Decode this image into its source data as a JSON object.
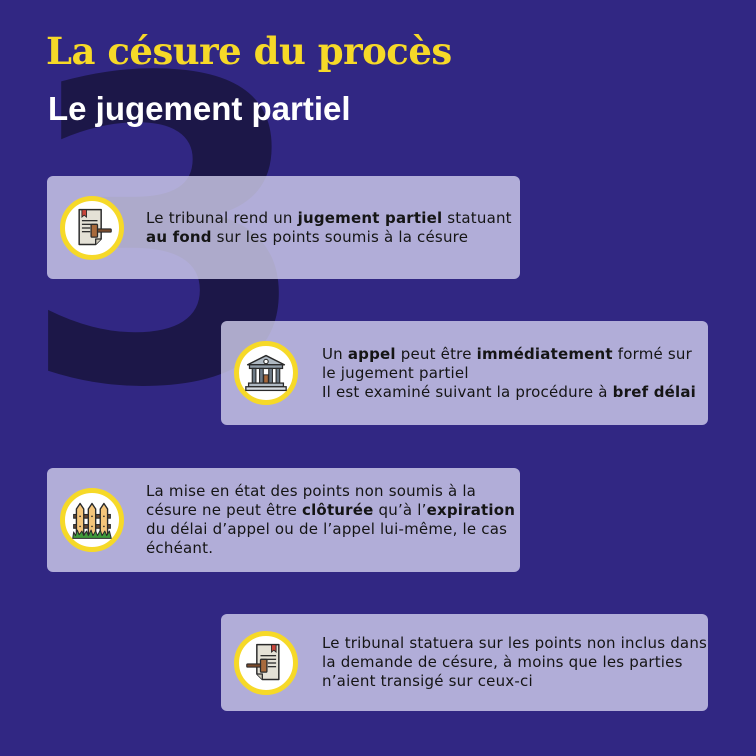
{
  "background_digit": "3",
  "header": {
    "title": "La césure du procès",
    "subtitle": "Le jugement partiel"
  },
  "colors": {
    "background": "#312783",
    "title": "#f6d928",
    "subtitle": "#ffffff",
    "digit": "#1c1748",
    "card": "#b8b5d8",
    "badge_ring": "#f6d928"
  },
  "cards": [
    {
      "icon": "gavel-document-icon",
      "segments": [
        {
          "t": "Le tribunal rend un ",
          "b": false
        },
        {
          "t": "jugement partiel",
          "b": true
        },
        {
          "t": " statuant ",
          "b": false
        },
        {
          "t": "au fond",
          "b": true
        },
        {
          "t": " sur les points soumis à la césure",
          "b": false
        }
      ]
    },
    {
      "icon": "courthouse-icon",
      "segments": [
        {
          "t": "Un ",
          "b": false
        },
        {
          "t": "appel",
          "b": true
        },
        {
          "t": " peut être ",
          "b": false
        },
        {
          "t": "immédiatement",
          "b": true
        },
        {
          "t": " formé sur le jugement partiel",
          "b": false
        },
        {
          "br": true
        },
        {
          "t": "Il est examiné suivant la procédure à ",
          "b": false
        },
        {
          "t": "bref délai",
          "b": true
        }
      ]
    },
    {
      "icon": "fence-icon",
      "segments": [
        {
          "t": "La mise en état des points non soumis à la césure ne peut être ",
          "b": false
        },
        {
          "t": "clôturée",
          "b": true
        },
        {
          "t": " qu’à l’",
          "b": false
        },
        {
          "t": "expiration",
          "b": true
        },
        {
          "t": " du délai d’appel ou de l’appel lui-même, le cas échéant.",
          "b": false
        }
      ]
    },
    {
      "icon": "gavel-document-icon",
      "segments": [
        {
          "t": "Le tribunal statuera sur les points non inclus dans la demande de césure, à moins que les parties n’aient transigé sur ceux-ci",
          "b": false
        }
      ]
    }
  ]
}
